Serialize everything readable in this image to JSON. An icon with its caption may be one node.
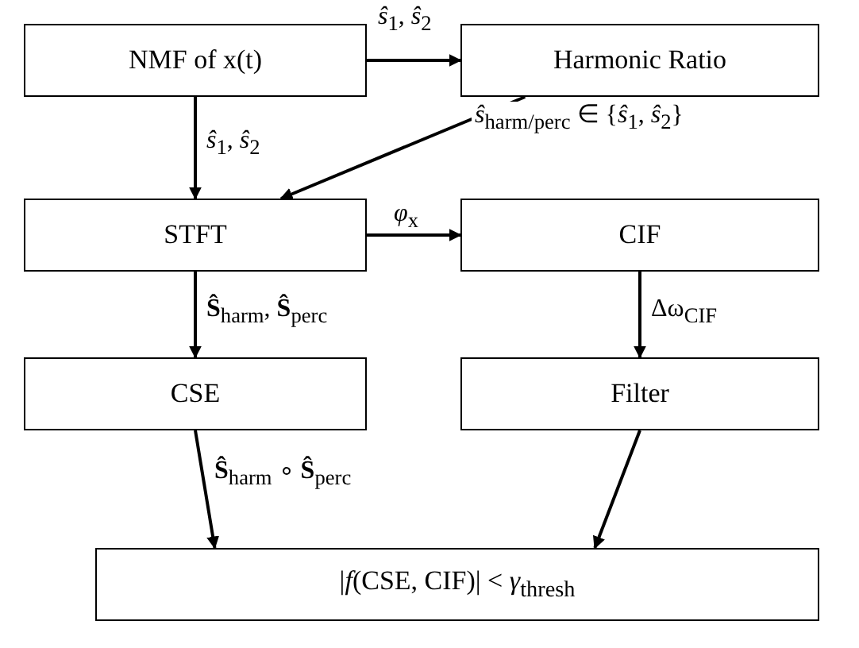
{
  "diagram": {
    "nodes": [
      {
        "text": [
          "NMF of x(t)"
        ]
      },
      {
        "text": [
          "Harmonic Ratio"
        ]
      },
      {
        "text": [
          "STFT"
        ]
      },
      {
        "text": [
          "CIF"
        ]
      },
      {
        "text": [
          "CSE"
        ]
      },
      {
        "text": [
          "Filter"
        ]
      },
      {
        "text": [
          "|*f*(CSE, CIF)| < *γ*$_{thresh}$"
        ]
      }
    ],
    "edges": [
      {
        "from": 0,
        "to": 1,
        "arrow": "to",
        "label": "*ŝ*$_{1}$, *ŝ*$_{2}$"
      },
      {
        "from": 0,
        "to": 2,
        "arrow": "to",
        "label": "*ŝ*$_{1}$, *ŝ*$_{2}$"
      },
      {
        "from": 1,
        "to": 2,
        "arrow": "to",
        "label": "*ŝ*$_{harm/perc}$ ∈ {*ŝ*$_{1}$, *ŝ*$_{2}$}"
      },
      {
        "from": 2,
        "to": 3,
        "arrow": "to",
        "label": "*φ*$_{x}$"
      },
      {
        "from": 2,
        "to": 4,
        "arrow": "to",
        "label": "**Ŝ**$_{harm}$, **Ŝ**$_{perc}$"
      },
      {
        "from": 3,
        "to": 5,
        "arrow": "to",
        "label": "Δω$_{CIF}$"
      },
      {
        "from": 4,
        "to": 6,
        "arrow": "to",
        "label": "**Ŝ**$_{harm}$ ∘ **Ŝ**$_{perc}$"
      },
      {
        "from": 5,
        "to": 6,
        "arrow": "to"
      }
    ]
  }
}
